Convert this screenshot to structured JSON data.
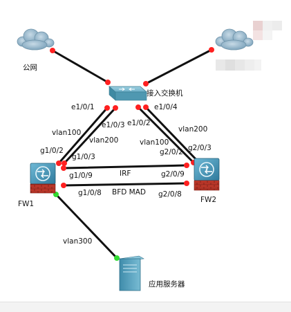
{
  "devices": {
    "internet": "公网",
    "access_switch": "接入交换机",
    "fw1": "FW1",
    "fw2": "FW2",
    "server": "应用服务器"
  },
  "ports": {
    "e1_0_1": "e1/0/1",
    "e1_0_3": "e1/0/3",
    "e1_0_2": "e1/0/2",
    "e1_0_4": "e1/0/4",
    "fw1_g1_0_2": "g1/0/2",
    "fw1_g1_0_3": "g1/0/3",
    "fw1_g1_0_9": "g1/0/9",
    "fw1_g1_0_8": "g1/0/8",
    "fw2_g2_0_2": "g2/0/2",
    "fw2_g2_0_3": "g2/0/3",
    "fw2_g2_0_9": "g2/0/9",
    "fw2_g2_0_8": "g2/0/8"
  },
  "vlans": {
    "vlan100_left": "vlan100",
    "vlan200_left": "vlan200",
    "vlan100_right": "vlan100",
    "vlan200_right": "vlan200",
    "vlan300": "vlan300"
  },
  "links": {
    "irf": "IRF",
    "bfd_mad": "BFD MAD"
  },
  "colors": {
    "link": "#111111",
    "port_up": "#ff2020",
    "port_server": "#33dd33",
    "cloud": "#8fb2c8",
    "switch": "#5e9fb5",
    "firewall_blue": "#3f8fb0",
    "firewall_brick": "#c0392b",
    "server": "#5aa3bd"
  }
}
